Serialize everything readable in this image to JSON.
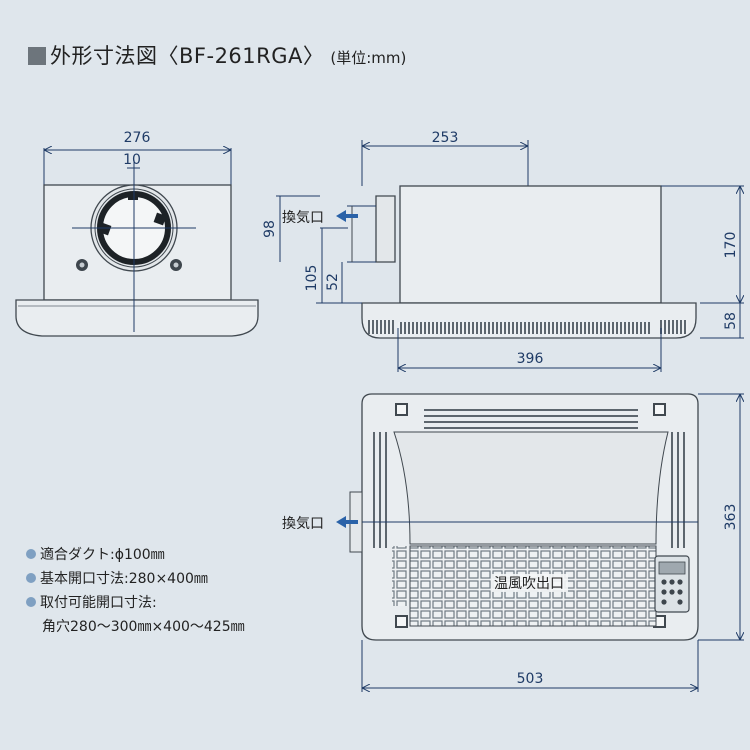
{
  "title": {
    "main": "外形寸法図〈BF-261RGA〉",
    "unit": "(単位:mm)"
  },
  "dimensions": {
    "front_width": "276",
    "duct_offset": "10",
    "side_depth": "253",
    "side_height": "170",
    "total_depth": "396",
    "panel_height": "58",
    "vent_height": "98",
    "vent_bottom": "105",
    "vent_center": "52",
    "bottom_width": "503",
    "bottom_depth": "363"
  },
  "labels": {
    "exhaust_side": "換気口",
    "exhaust_bottom": "換気口",
    "warm_air_outlet": "温風吹出口"
  },
  "specs": [
    {
      "text": "適合ダクト:ϕ100㎜",
      "bullet": true
    },
    {
      "text": "基本開口寸法:280×400㎜",
      "bullet": true
    },
    {
      "text": "取付可能開口寸法:",
      "bullet": true
    },
    {
      "text": "角穴280〜300㎜×400〜425㎜",
      "bullet": false
    }
  ],
  "colors": {
    "background": "#dfe6ec",
    "dimension_line": "#1f3b66",
    "body_fill": "#e9edf0",
    "arrow_fill": "#2a62a8",
    "bullet": "#7fa0c2"
  }
}
